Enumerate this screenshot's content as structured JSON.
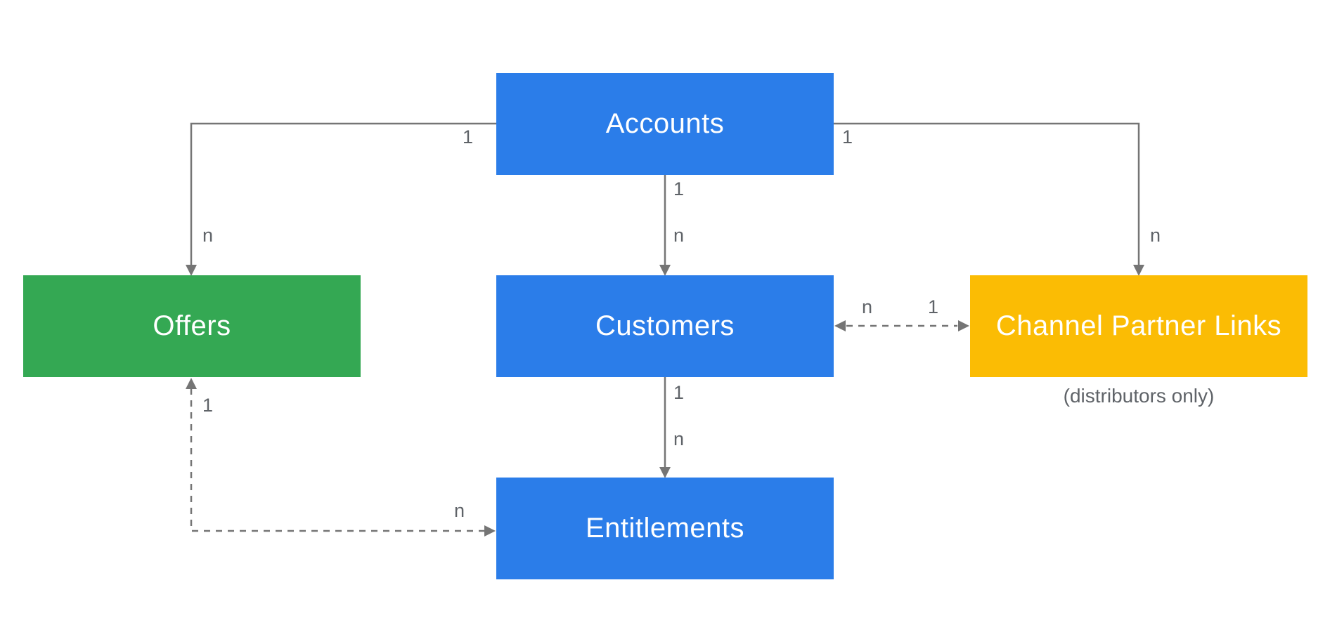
{
  "diagram": {
    "nodes": {
      "accounts": {
        "label": "Accounts",
        "color": "#2b7de9"
      },
      "offers": {
        "label": "Offers",
        "color": "#34a853"
      },
      "customers": {
        "label": "Customers",
        "color": "#2b7de9"
      },
      "channel_partner_links": {
        "label": "Channel Partner Links",
        "color": "#fbbc04",
        "caption": "(distributors only)"
      },
      "entitlements": {
        "label": "Entitlements",
        "color": "#2b7de9"
      }
    },
    "edges": [
      {
        "from": "accounts",
        "to": "offers",
        "from_label": "1",
        "to_label": "n",
        "style": "solid",
        "bidirectional": false
      },
      {
        "from": "accounts",
        "to": "customers",
        "from_label": "1",
        "to_label": "n",
        "style": "solid",
        "bidirectional": false
      },
      {
        "from": "accounts",
        "to": "channel_partner_links",
        "from_label": "1",
        "to_label": "n",
        "style": "solid",
        "bidirectional": false
      },
      {
        "from": "customers",
        "to": "channel_partner_links",
        "from_label": "n",
        "to_label": "1",
        "style": "dashed",
        "bidirectional": true
      },
      {
        "from": "customers",
        "to": "entitlements",
        "from_label": "1",
        "to_label": "n",
        "style": "solid",
        "bidirectional": false
      },
      {
        "from": "offers",
        "to": "entitlements",
        "from_label": "1",
        "to_label": "n",
        "style": "dashed",
        "bidirectional": true
      }
    ],
    "colors": {
      "connector": "#757575",
      "edge_label": "#5f6368",
      "background": "#ffffff"
    }
  }
}
